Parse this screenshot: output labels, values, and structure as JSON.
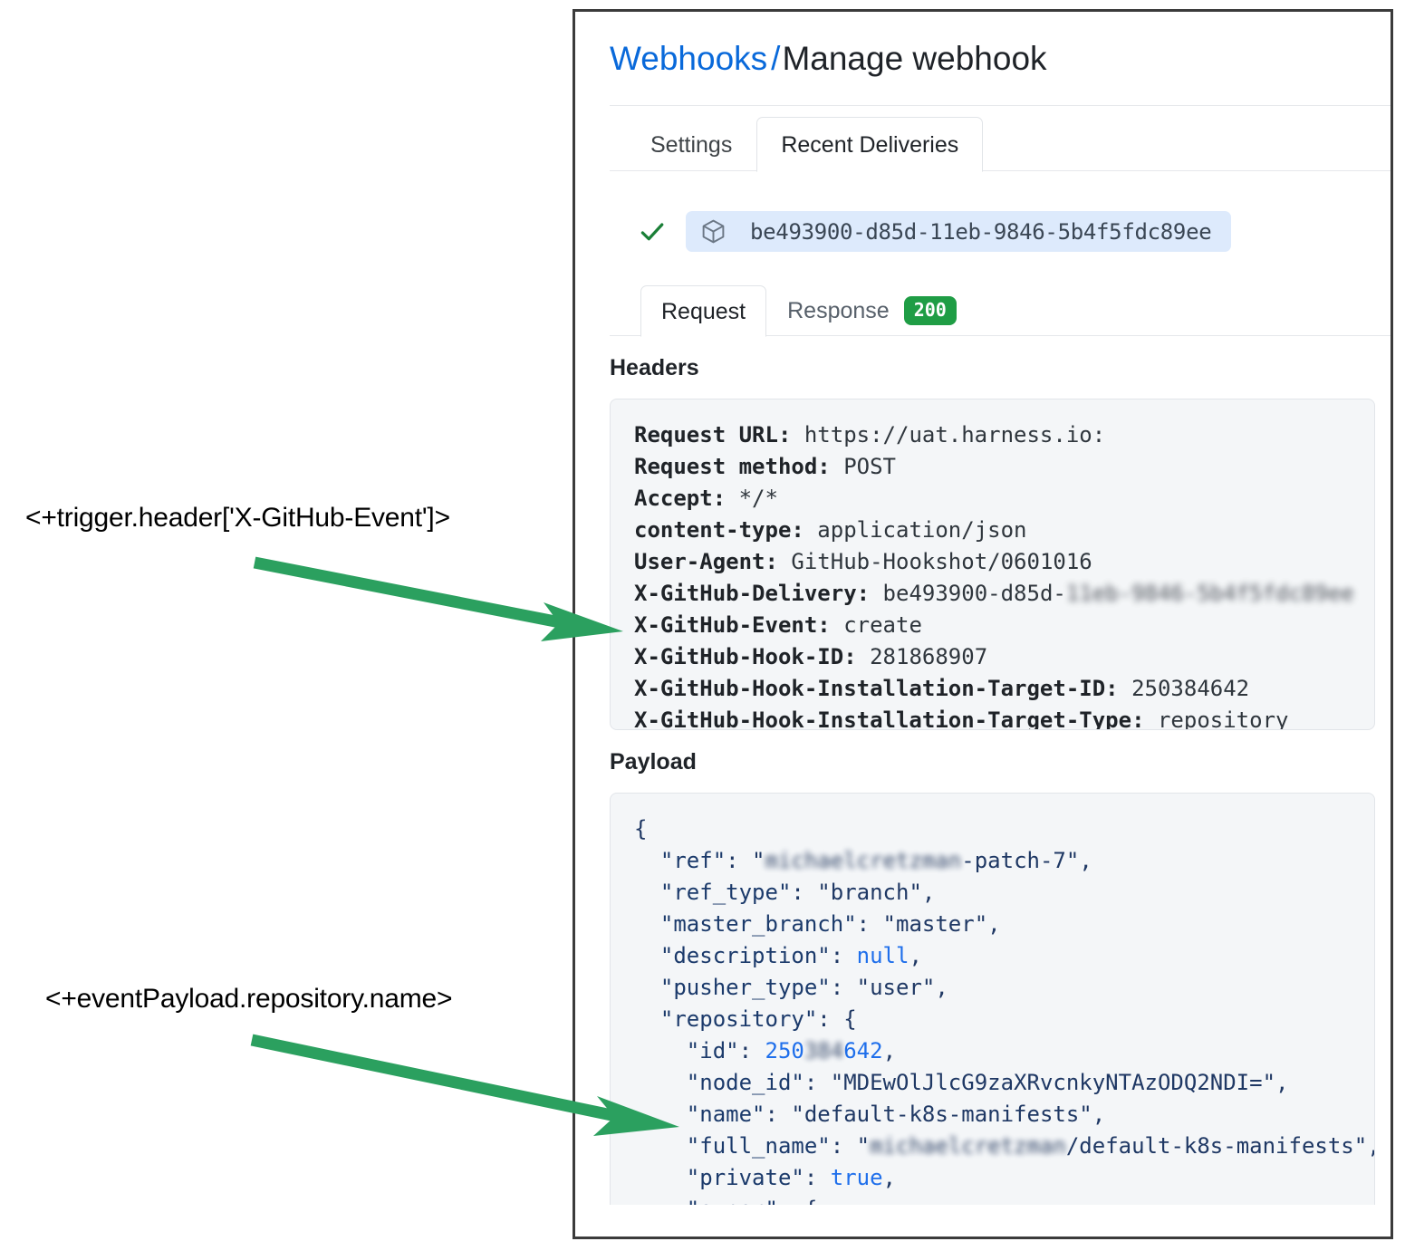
{
  "annotations": {
    "header_expression": "<+trigger.header['X-GitHub-Event']>",
    "payload_expression": "<+eventPayload.repository.name>",
    "arrow_color": "#2ba05f"
  },
  "panel": {
    "breadcrumb": {
      "parent": "Webhooks",
      "separator": "/",
      "current": "Manage webhook"
    },
    "primary_tabs": [
      {
        "label": "Settings",
        "active": false
      },
      {
        "label": "Recent Deliveries",
        "active": true
      }
    ],
    "delivery": {
      "status_icon": "check-icon",
      "package_icon": "cube-icon",
      "id": "be493900-d85d-11eb-9846-5b4f5fdc89ee"
    },
    "sub_tabs": [
      {
        "label": "Request",
        "active": true
      },
      {
        "label": "Response",
        "active": false,
        "badge": "200",
        "badge_color": "#1f9d45"
      }
    ],
    "headers_section": {
      "title": "Headers",
      "rows": [
        {
          "key": "Request URL:",
          "value": "https://uat.harness.io:"
        },
        {
          "key": "Request method:",
          "value": "POST"
        },
        {
          "key": "Accept:",
          "value": "*/*"
        },
        {
          "key": "content-type:",
          "value": "application/json"
        },
        {
          "key": "User-Agent:",
          "value": "GitHub-Hookshot/0601016"
        },
        {
          "key": "X-GitHub-Delivery:",
          "value": "be493900-d85d-",
          "redacted_tail": "11eb-9846-5b4f5fdc89ee"
        },
        {
          "key": "X-GitHub-Event:",
          "value": "create"
        },
        {
          "key": "X-GitHub-Hook-ID:",
          "value": "281868907"
        },
        {
          "key": "X-GitHub-Hook-Installation-Target-ID:",
          "value": "250384642"
        },
        {
          "key": "X-GitHub-Hook-Installation-Target-Type:",
          "value": "repository"
        }
      ]
    },
    "payload_section": {
      "title": "Payload",
      "lines": [
        "{",
        "  \"ref\": \"michaelcretzman-patch-7\",",
        "  \"ref_type\": \"branch\",",
        "  \"master_branch\": \"master\",",
        "  \"description\": null,",
        "  \"pusher_type\": \"user\",",
        "  \"repository\": {",
        "    \"id\": 250384642,",
        "    \"node_id\": \"MDEwOlJlcG9zaXRvcnkyNTAzODQ2NDI=\",",
        "    \"name\": \"default-k8s-manifests\",",
        "    \"full_name\": \"michaelcretzman/default-k8s-manifests\",",
        "    \"private\": true,",
        "    \"owner\": {"
      ],
      "redacted_fields": [
        "ref.username-prefix",
        "repository.id.middle-digits",
        "repository.full_name.owner"
      ]
    }
  }
}
